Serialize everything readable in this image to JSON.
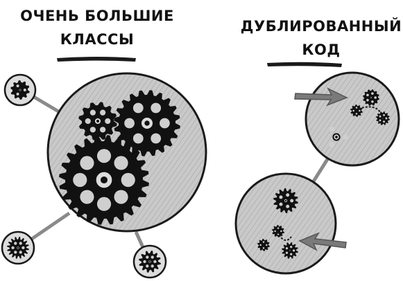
{
  "headings": {
    "left": {
      "line1": "ОЧЕНЬ БОЛЬШИЕ",
      "line2": "КЛАССЫ"
    },
    "right": {
      "line1": "ДУБЛИРОВАННЫЙ",
      "line2": "КОД"
    }
  },
  "colors": {
    "ink": "#111111",
    "circle_fill": "#c9c9c9",
    "circle_stroke": "#1a1a1a",
    "connector": "#8a8a8a",
    "arrow": "#7a7a7a"
  }
}
